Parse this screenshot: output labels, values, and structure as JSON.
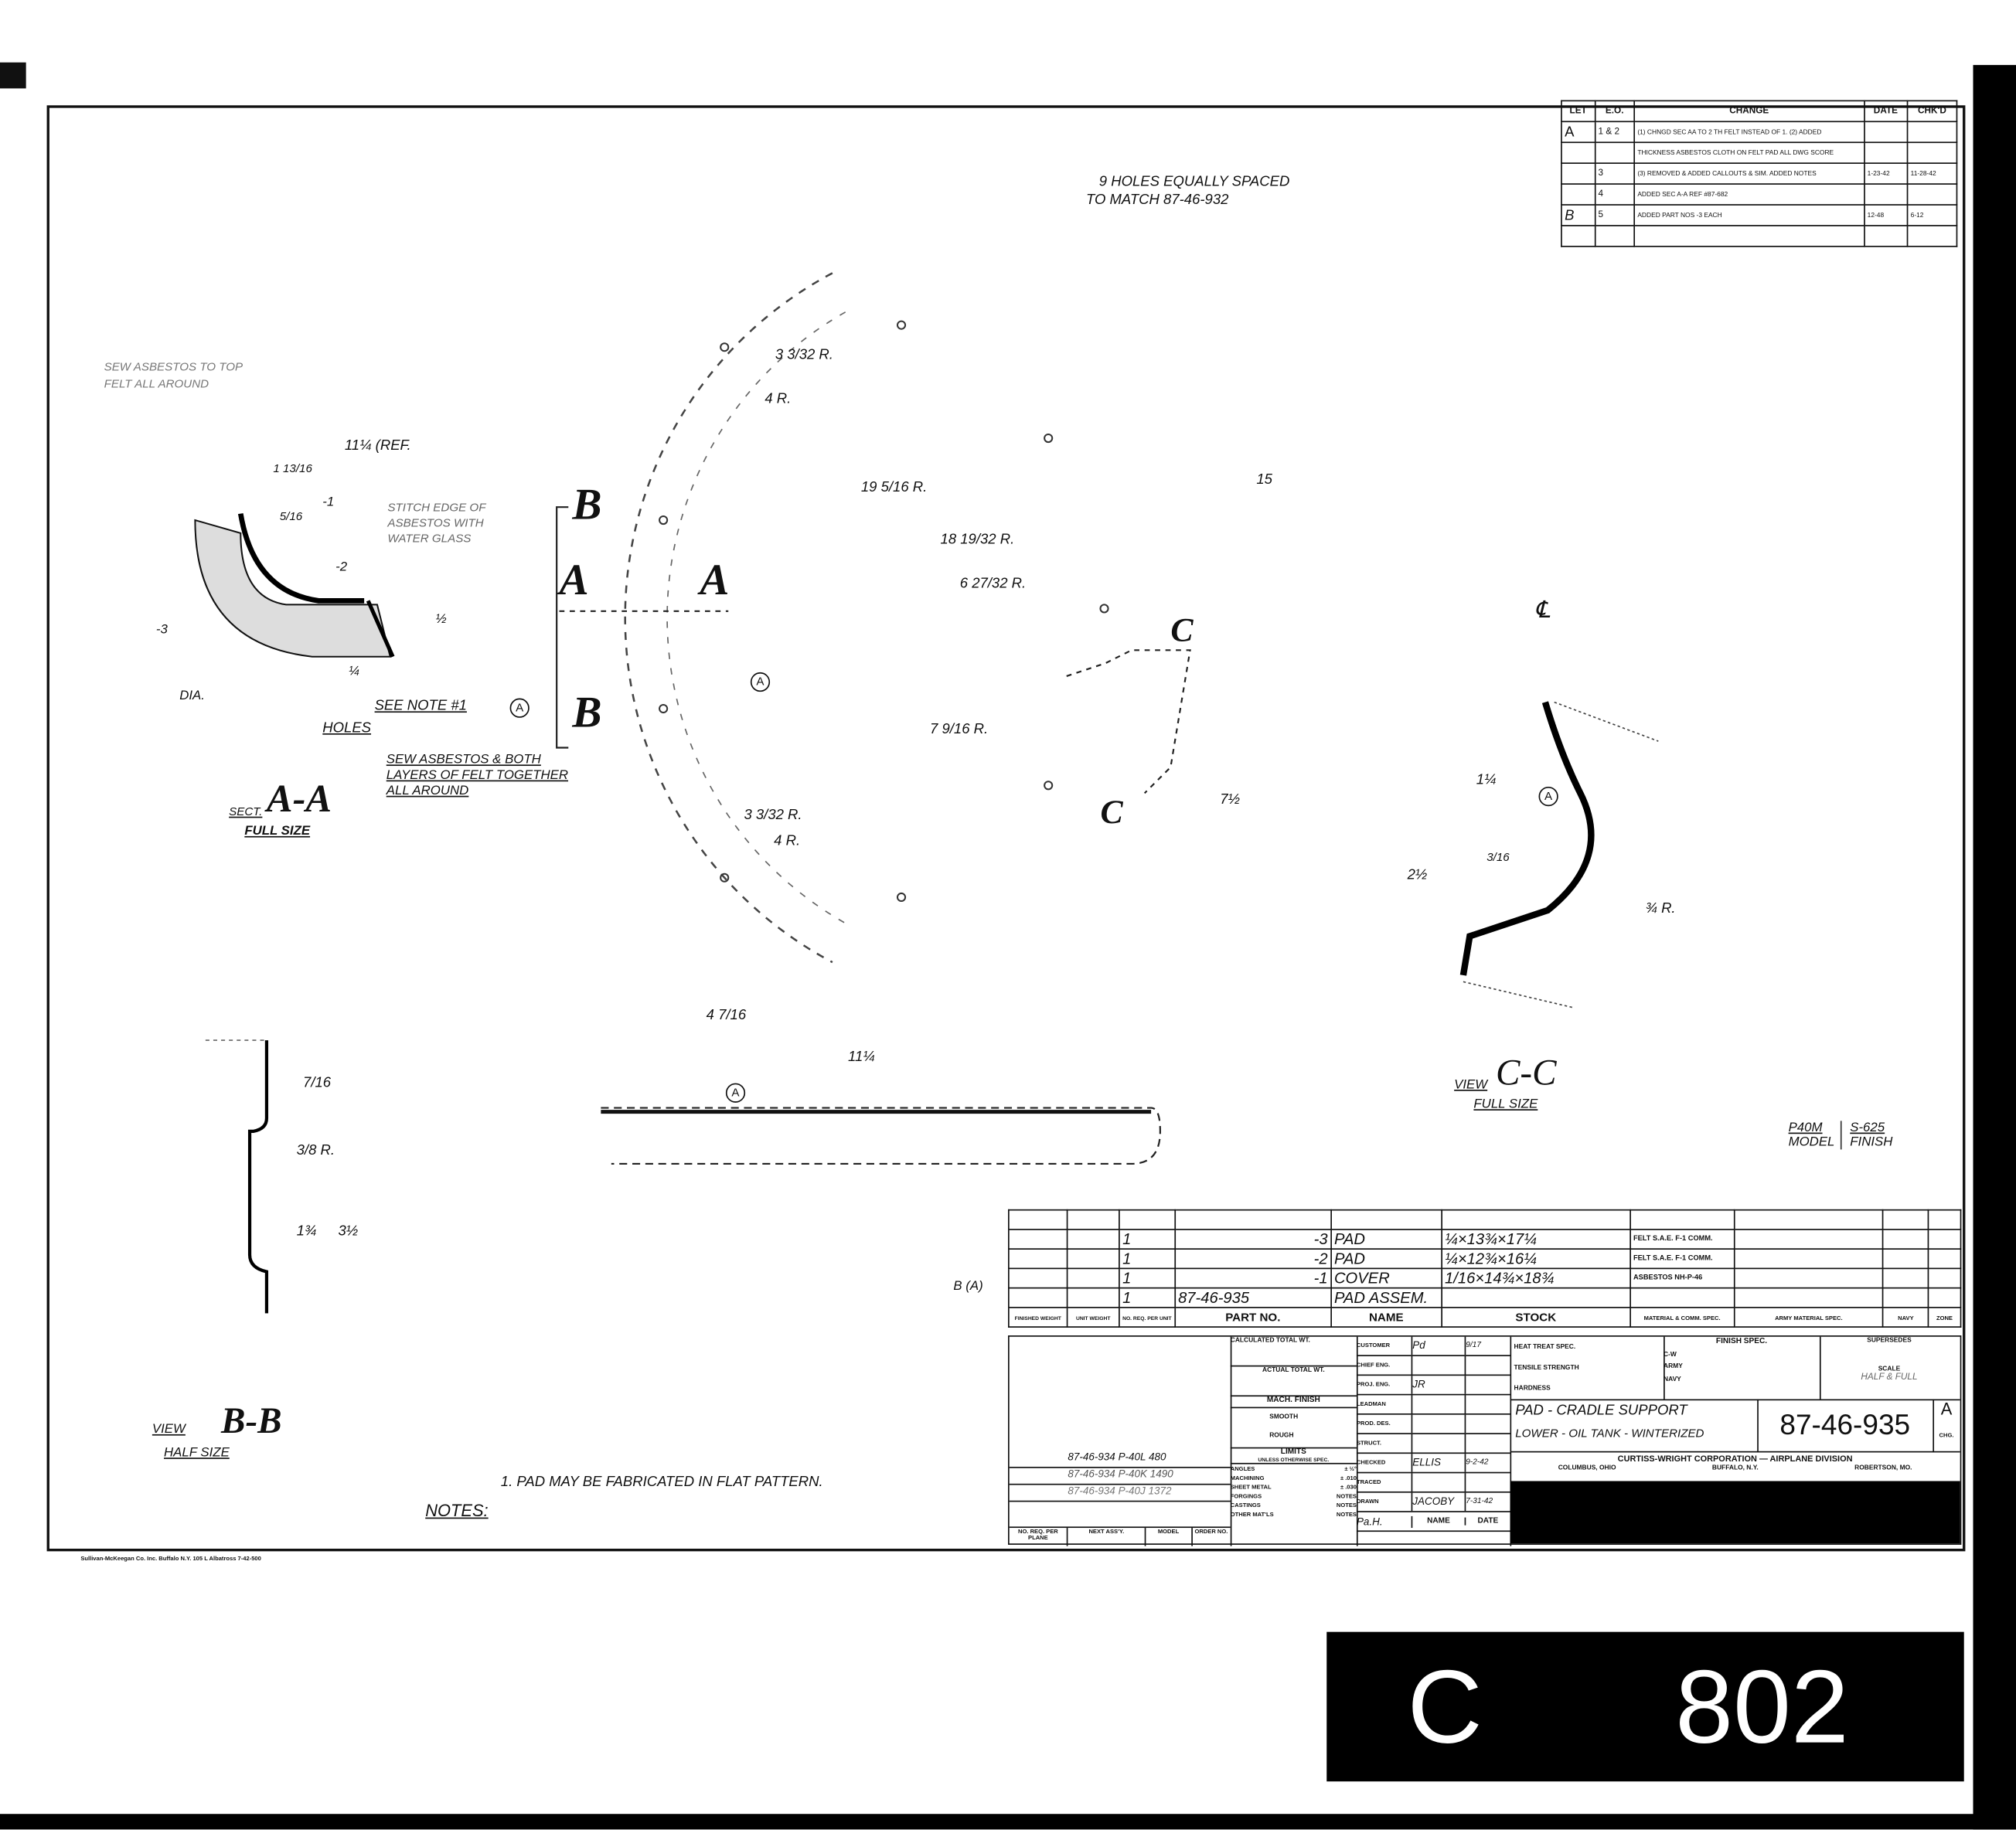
{
  "revision_table": {
    "headers": [
      "LET",
      "E.O.",
      "CHANGE",
      "DATE",
      "CHK'D"
    ],
    "rows": [
      {
        "let": "A",
        "eo": "1 & 2",
        "change": "(1) CHNGD SEC AA TO 2 TH FELT INSTEAD OF 1. (2) ADDED",
        "date": "",
        "chkd": ""
      },
      {
        "let": "",
        "eo": "",
        "change": "THICKNESS ASBESTOS CLOTH ON FELT PAD ALL DWG SCORE",
        "date": "",
        "chkd": ""
      },
      {
        "let": "",
        "eo": "3",
        "change": "(3) REMOVED & ADDED CALLOUTS & SIM. ADDED NOTES",
        "date": "1-23-42",
        "chkd": "11-28-42"
      },
      {
        "let": "",
        "eo": "4",
        "change": "ADDED SEC A-A REF #87-682",
        "date": "",
        "chkd": ""
      },
      {
        "let": "B",
        "eo": "5",
        "change": "ADDED PART NOS -3 EACH",
        "date": "12-48",
        "chkd": "6-12"
      },
      {
        "let": "",
        "eo": "",
        "change": "",
        "date": "",
        "chkd": ""
      }
    ]
  },
  "annotations": {
    "holes_note_1": "9 HOLES EQUALLY SPACED",
    "holes_note_2": "TO MATCH 87-46-932",
    "asbestos_note_1": "SEW ASBESTOS TO TOP",
    "asbestos_note_2": "FELT ALL AROUND",
    "edge_note_1": "STITCH EDGE OF",
    "edge_note_2": "ASBESTOS WITH",
    "edge_note_3": "WATER GLASS",
    "sew_note_1": "SEW ASBESTOS & BOTH",
    "sew_note_2": "LAYERS OF FELT TOGETHER",
    "sew_note_3": "ALL AROUND",
    "see_note": "SEE NOTE #1",
    "holes": "HOLES",
    "dia": "DIA.",
    "ref": "11¼ (REF.",
    "d_13_16": "1 13/16",
    "d_5_16": "5/16",
    "d_1_2": "½",
    "d_1_4": "¼",
    "d_7_16": "7/16",
    "r1": "3 3/32 R.",
    "r2": "4 R.",
    "r3": "19 5/16 R.",
    "r4": "18 19/32 R.",
    "r5": "6 27/32 R.",
    "r6": "7 9/16 R.",
    "r7": "3 3/32 R.",
    "r8": "4 R.",
    "d15": "15",
    "d7h": "7½",
    "d4": "4 7/16",
    "d11": "11¼",
    "cl": "℄",
    "cc_1": "1¼",
    "cc_2": "3/16",
    "cc_3": "2½",
    "cc_r": "¾ R.",
    "bb_r": "3/8 R.",
    "bb_1": "1¾",
    "bb_2": "3½",
    "rev_a": "A",
    "rev_b": "B",
    "section_b": "B",
    "section_a": "A",
    "section_c": "C",
    "minus1": "-1",
    "minus2": "-2",
    "minus3": "-3"
  },
  "views": {
    "sect_aa_prefix": "SECT.",
    "sect_aa": "A-A",
    "sect_aa_scale": "FULL SIZE",
    "view_bb_prefix": "VIEW",
    "view_bb": "B-B",
    "view_bb_scale": "HALF SIZE",
    "view_cc_prefix": "VIEW",
    "view_cc": "C-C",
    "view_cc_scale": "FULL SIZE"
  },
  "notes": {
    "label": "NOTES:",
    "note_1": "1. PAD MAY BE FABRICATED IN FLAT PATTERN."
  },
  "model_finish": {
    "model": "P40M",
    "model_label": "MODEL",
    "finish": "S-625",
    "finish_label": "FINISH"
  },
  "parts_list": {
    "rev_marker": "B (A)",
    "rows": [
      {
        "qty": "1",
        "part_no": "-3",
        "name": "PAD",
        "stock": "¼×13¾×17¼",
        "material": "FELT S.A.E. F-1 COMM."
      },
      {
        "qty": "1",
        "part_no": "-2",
        "name": "PAD",
        "stock": "¼×12¾×16¼",
        "material": "FELT S.A.E. F-1 COMM."
      },
      {
        "qty": "1",
        "part_no": "-1",
        "name": "COVER",
        "stock": "1/16×14¾×18¾",
        "material": "ASBESTOS NH-P-46"
      },
      {
        "qty": "1",
        "part_no": "87-46-935",
        "name": "PAD ASSEM.",
        "stock": "",
        "material": ""
      }
    ],
    "headers": {
      "finished_weight": "FINISHED WEIGHT",
      "unit_weight": "UNIT WEIGHT",
      "no_req": "NO. REQ. PER UNIT",
      "part_no": "PART NO.",
      "name": "NAME",
      "stock": "STOCK",
      "material": "MATERIAL & COMM. SPEC.",
      "army": "ARMY",
      "navy": "NAVY",
      "material_spec": "MATERIAL SPEC.",
      "zone": "ZONE"
    }
  },
  "title_block": {
    "calc_total_wt": "CALCULATED TOTAL WT.",
    "actual_total_wt": "ACTUAL TOTAL WT.",
    "mach_finish": "MACH. FINISH",
    "smooth": "SMOOTH",
    "rough": "ROUGH",
    "limits": "LIMITS",
    "limits_sub": "UNLESS OTHERWISE SPEC.",
    "limit_rows": [
      {
        "label": "ANGLES",
        "value": "± ½°"
      },
      {
        "label": "MACHINING",
        "value": "± .010"
      },
      {
        "label": "SHEET METAL",
        "value": "± .030"
      },
      {
        "label": "FORGINGS",
        "value": "NOTES"
      },
      {
        "label": "CASTINGS",
        "value": "NOTES"
      },
      {
        "label": "OTHER MAT'LS",
        "value": "NOTES"
      }
    ],
    "signoffs": [
      {
        "role": "CUSTOMER",
        "name": "Pd",
        "date": "9/17"
      },
      {
        "role": "CHIEF ENG.",
        "name": "",
        "date": ""
      },
      {
        "role": "PROJ. ENG.",
        "name": "JR",
        "date": ""
      },
      {
        "role": "LEADMAN",
        "name": "",
        "date": ""
      },
      {
        "role": "PROD. DES.",
        "name": "",
        "date": ""
      },
      {
        "role": "STRUCT.",
        "name": "",
        "date": ""
      },
      {
        "role": "CHECKED",
        "name": "ELLIS",
        "date": "9-2-42"
      },
      {
        "role": "TRACED",
        "name": "",
        "date": ""
      },
      {
        "role": "DRAWN",
        "name": "JACOBY",
        "date": "7-31-42"
      }
    ],
    "approved": "Pa.H.",
    "name_label": "NAME",
    "date_label": "DATE",
    "next_assy": [
      {
        "assy": "87-46-934",
        "model": "P-40L",
        "order": "480"
      },
      {
        "assy": "87-46-934",
        "model": "P-40K",
        "order": "1490"
      },
      {
        "assy": "87-46-934",
        "model": "P-40J",
        "order": "1372"
      }
    ],
    "no_req_per_plane": "NO. REQ. PER PLANE",
    "next_assy_label": "NEXT ASS'Y.",
    "model_label": "MODEL",
    "order_no": "ORDER NO.",
    "heat_treat": "HEAT TREAT SPEC.",
    "tensile": "TENSILE STRENGTH",
    "hardness": "HARDNESS",
    "finish_spec": "FINISH SPEC.",
    "cw": "C-W",
    "army": "ARMY",
    "navy": "NAVY",
    "supersedes": "SUPERSEDES",
    "scale_label": "SCALE",
    "scale": "HALF & FULL",
    "title_1": "PAD - CRADLE SUPPORT",
    "title_2": "LOWER - OIL TANK - WINTERIZED",
    "drawing_no": "87-46-935",
    "change_letter": "A",
    "chg_label": "CHG.",
    "company": "CURTISS-WRIGHT CORPORATION — AIRPLANE DIVISION",
    "loc_1": "COLUMBUS, OHIO",
    "loc_2": "BUFFALO, N.Y.",
    "loc_3": "ROBERTSON, MO."
  },
  "printer_line": "Sullivan-McKeegan Co. Inc. Buffalo N.Y. 105 L Albatross 7-42-500",
  "frame_code": {
    "letter": "C",
    "number": "802"
  }
}
